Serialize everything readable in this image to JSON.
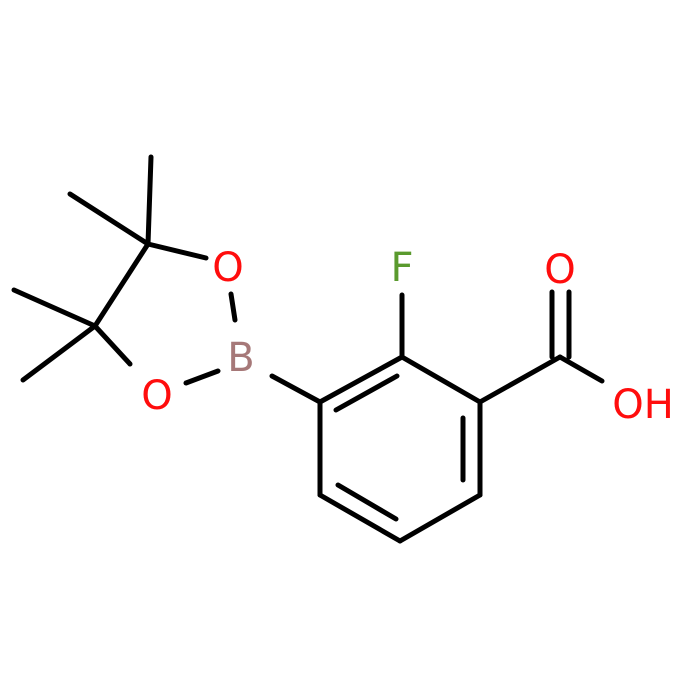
{
  "molecule": {
    "atoms": [
      {
        "id": "f",
        "symbol": "F",
        "color": "#5a9a2e"
      },
      {
        "id": "o1",
        "symbol": "O",
        "color": "#ff0d0d"
      },
      {
        "id": "oh",
        "symbol": "OH",
        "color": "#ff0d0d"
      },
      {
        "id": "b",
        "symbol": "B",
        "color": "#a67878"
      },
      {
        "id": "o2",
        "symbol": "O",
        "color": "#ff0d0d"
      },
      {
        "id": "o3",
        "symbol": "O",
        "color": "#ff0d0d"
      }
    ],
    "bond_color": "#000000",
    "background": "#ffffff"
  }
}
